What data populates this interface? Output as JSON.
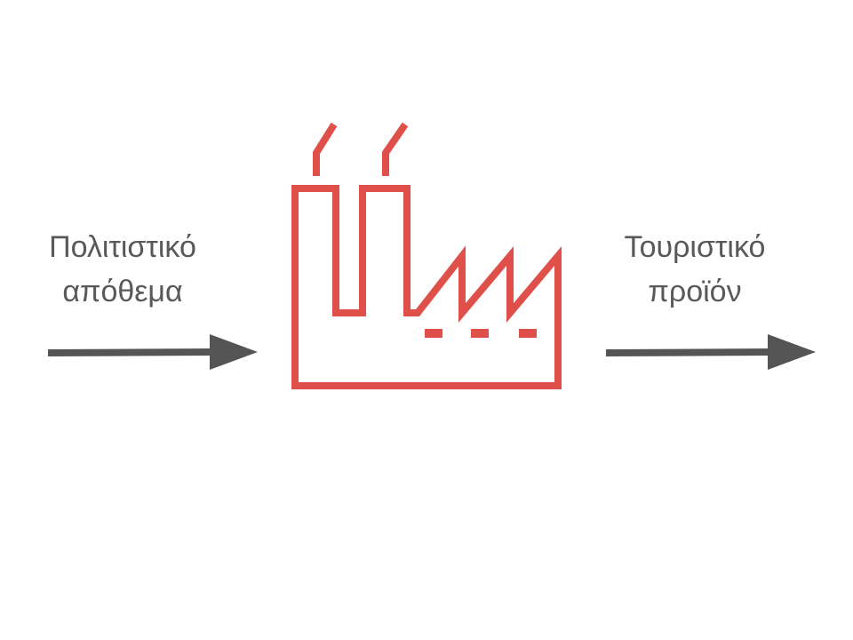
{
  "diagram": {
    "input": {
      "label_line1": "Πολιτιστικό",
      "label_line2": "απόθεμα"
    },
    "output": {
      "label_line1": "Τουριστικό",
      "label_line2": "προϊόν"
    },
    "process_icon": "factory-icon",
    "colors": {
      "factory": "#e0504a",
      "arrow": "#555555",
      "text": "#595959",
      "background": "#ffffff"
    }
  }
}
